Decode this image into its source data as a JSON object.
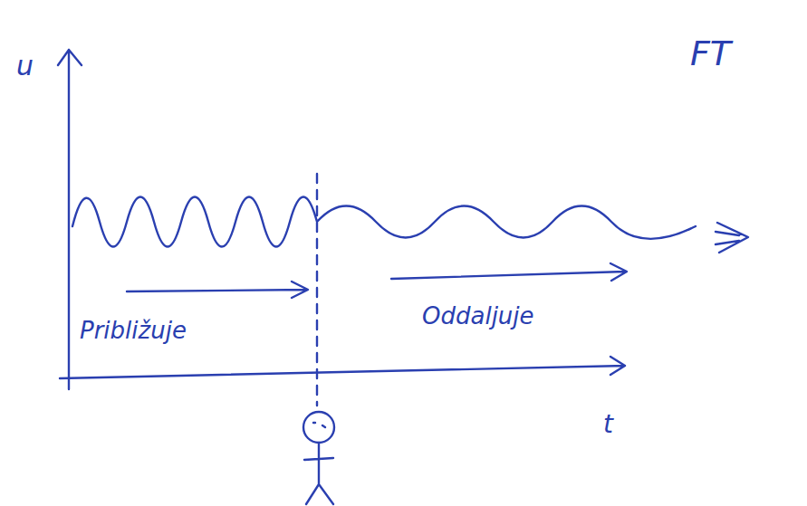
{
  "diagram": {
    "labels": [
      "u",
      "FT",
      "Približuje",
      "Oddaljuje",
      "t"
    ]
  }
}
